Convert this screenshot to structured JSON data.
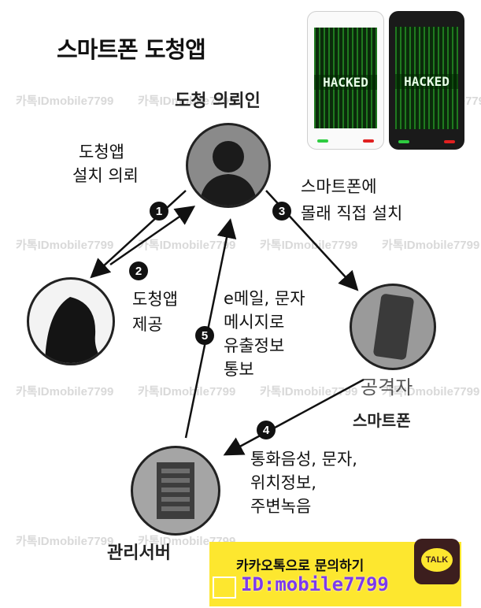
{
  "title": "스마트폰 도청앱",
  "nodes": {
    "client": "도청 의뢰인",
    "attacker_phone_line1": "공격자",
    "attacker_phone_line2": "스마트폰",
    "server": "관리서버"
  },
  "steps": [
    {
      "num": "1",
      "text_line1": "도청앱",
      "text_line2": "설치 의뢰"
    },
    {
      "num": "2",
      "text_line1": "도청앱",
      "text_line2": "제공"
    },
    {
      "num": "3",
      "text_line1": "스마트폰에",
      "text_line2": "몰래 직접 설치"
    },
    {
      "num": "4",
      "text_line1": "통화음성, 문자,",
      "text_line2": "위치정보,",
      "text_line3": "주변녹음"
    },
    {
      "num": "5",
      "text_line1": "e메일, 문자",
      "text_line2": "메시지로",
      "text_line3": "유출정보",
      "text_line4": "통보"
    }
  ],
  "phones": {
    "left_screen_text": "HACKED",
    "right_screen_text": "HACKED"
  },
  "watermark": "카톡IDmobile7799",
  "contact": {
    "line1": "카카오톡으로  문의하기",
    "line2": "ID:mobile7799",
    "badge": "TALK"
  },
  "colors": {
    "kakao_yellow": "#fde72f",
    "kakao_brown": "#3c1e1e",
    "id_text": "#7c3aed",
    "matrix_green": "#1f7a1f"
  }
}
